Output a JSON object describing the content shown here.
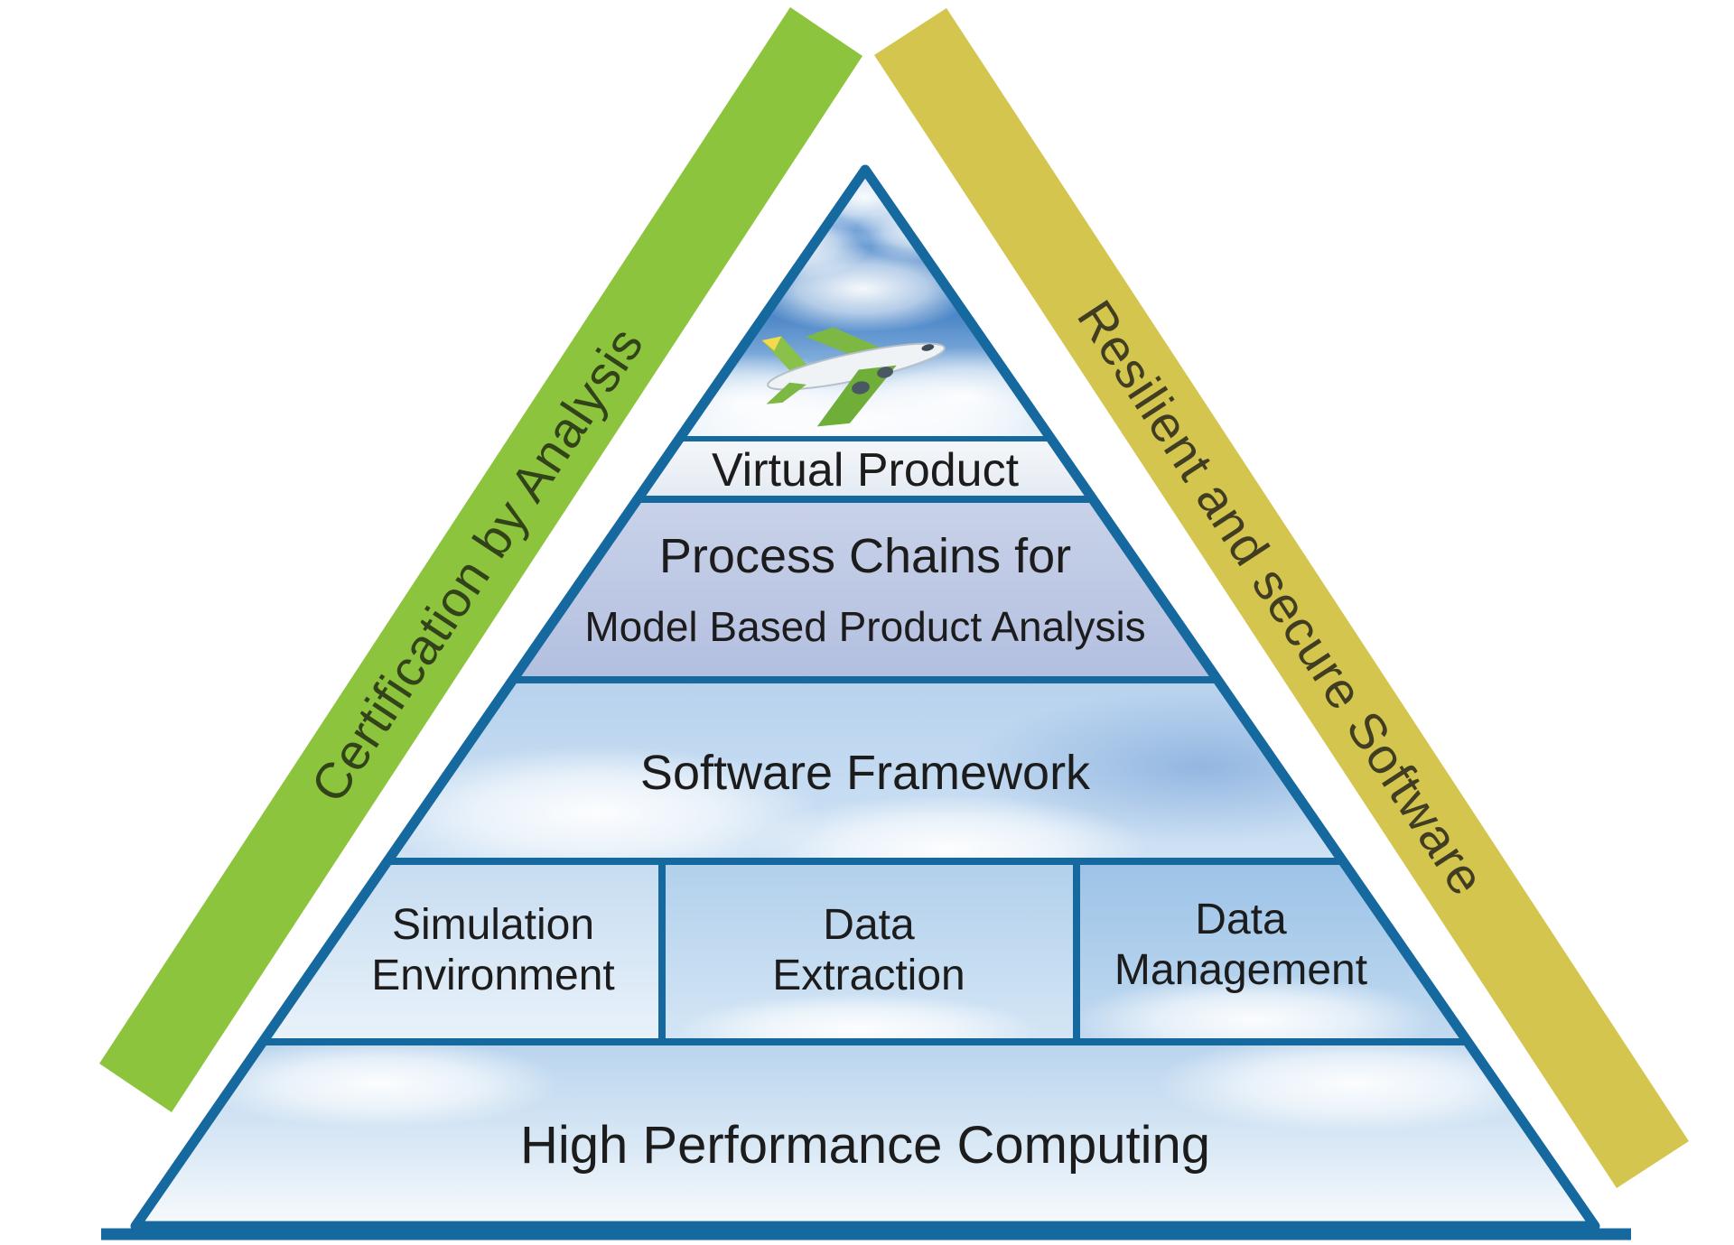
{
  "figure": {
    "type": "pyramid-diagram",
    "background_color": "#ffffff",
    "side_bands": {
      "left": {
        "label": "Certification by Analysis",
        "band_color": "#8cc43d",
        "text_color": "#32431a"
      },
      "right": {
        "label": "Resilient and secure Software",
        "band_color": "#d3c54d",
        "text_color": "#403d22"
      }
    },
    "pyramid": {
      "border_color": "#16699f",
      "label_color": "#1c1c1c",
      "apex_graphic": "airplane-flying-in-cloudy-sky",
      "levels": [
        {
          "name": "virtual-product",
          "label": "Virtual Product"
        },
        {
          "name": "process-chains",
          "line1": "Process Chains for",
          "line2": "Model Based Product Analysis"
        },
        {
          "name": "software-framework",
          "label": "Software Framework"
        },
        {
          "name": "middleware-row",
          "cells": [
            {
              "name": "simulation-environment",
              "line1": "Simulation",
              "line2": "Environment"
            },
            {
              "name": "data-extraction",
              "line1": "Data",
              "line2": "Extraction"
            },
            {
              "name": "data-management",
              "line1": "Data",
              "line2": "Management"
            }
          ]
        },
        {
          "name": "high-performance-computing",
          "label": "High Performance Computing"
        }
      ]
    }
  }
}
